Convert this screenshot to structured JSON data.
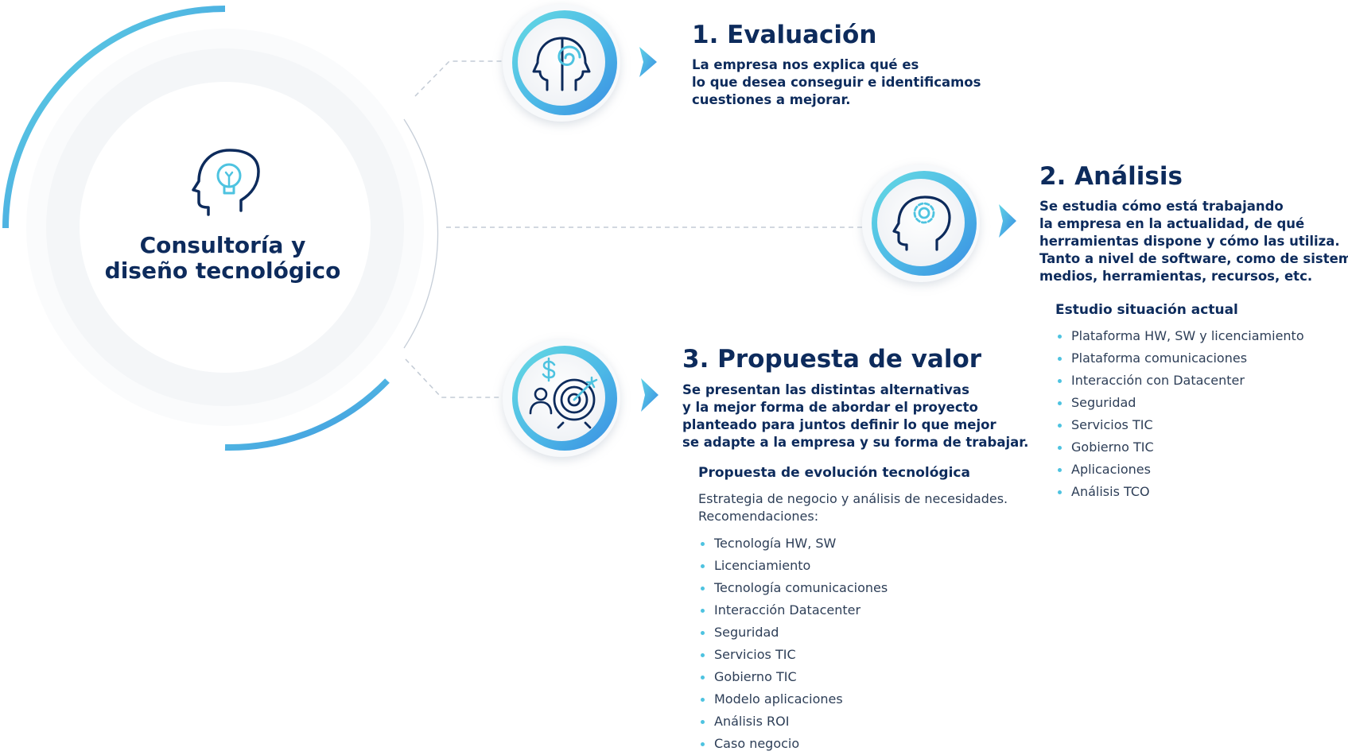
{
  "hub": {
    "title_line1": "Consultoría y",
    "title_line2": "diseño tecnológico",
    "icon": "head-lightbulb-icon"
  },
  "steps": [
    {
      "title": "1. Evaluación",
      "icon": "head-spiral-icon",
      "description": [
        "La empresa nos explica qué es",
        "lo que desea conseguir e identificamos",
        "cuestiones a mejorar."
      ]
    },
    {
      "title": "2. Análisis",
      "icon": "head-gear-icon",
      "description": [
        "Se estudia cómo está trabajando",
        "la empresa en la actualidad, de qué",
        "herramientas dispone y cómo las utiliza.",
        "Tanto a nivel de software, como de sistemas,",
        "medios, herramientas, recursos, etc."
      ],
      "subtitle": "Estudio situación actual",
      "items": [
        "Plataforma HW, SW y licenciamiento",
        "Plataforma comunicaciones",
        "Interacción con Datacenter",
        "Seguridad",
        "Servicios TIC",
        "Gobierno TIC",
        "Aplicaciones",
        "Análisis TCO"
      ]
    },
    {
      "title": "3. Propuesta de valor",
      "icon": "target-dollar-person-icon",
      "description": [
        "Se presentan las distintas alternativas",
        "y la mejor forma de abordar el proyecto",
        "planteado para juntos definir lo que mejor",
        "se adapte a la empresa y su forma de trabajar."
      ],
      "subtitle": "Propuesta de evolución tecnológica",
      "intro": [
        "Estrategia de negocio y análisis de necesidades.",
        "Recomendaciones:"
      ],
      "items": [
        "Tecnología HW, SW",
        "Licenciamiento",
        "Tecnología comunicaciones",
        "Interacción Datacenter",
        "Seguridad",
        "Servicios TIC",
        "Gobierno TIC",
        "Modelo aplicaciones",
        "Análisis ROI",
        "Caso negocio"
      ]
    }
  ],
  "colors": {
    "navy": "#0d2b5c",
    "accent_cyan": "#4ed2e2",
    "accent_blue": "#3a8fe0",
    "text_gray": "#2d3e57"
  }
}
